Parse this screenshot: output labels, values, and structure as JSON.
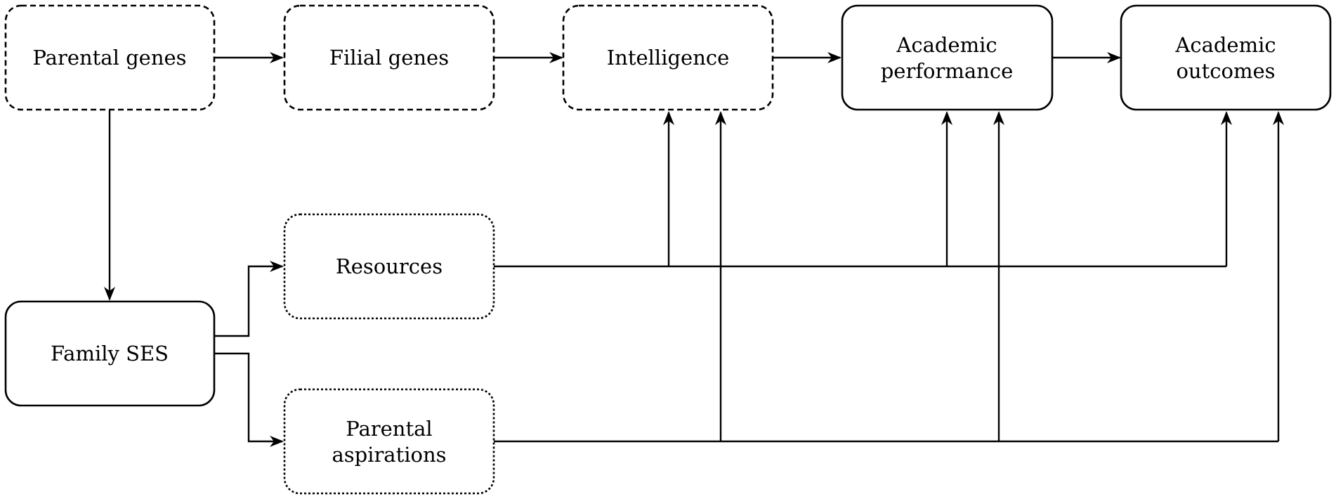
{
  "nodes": {
    "parental_genes": {
      "label": "Parental genes"
    },
    "filial_genes": {
      "label": "Filial genes"
    },
    "intelligence": {
      "label": "Intelligence"
    },
    "academic_performance": {
      "label_line1": "Academic",
      "label_line2": "performance"
    },
    "academic_outcomes": {
      "label_line1": "Academic",
      "label_line2": "outcomes"
    },
    "family_ses": {
      "label": "Family SES"
    },
    "resources": {
      "label": "Resources"
    },
    "parental_aspirations": {
      "label_line1": "Parental",
      "label_line2": "aspirations"
    }
  },
  "edges": [
    {
      "from": "Parental genes",
      "to": "Filial genes"
    },
    {
      "from": "Filial genes",
      "to": "Intelligence"
    },
    {
      "from": "Intelligence",
      "to": "Academic performance"
    },
    {
      "from": "Academic performance",
      "to": "Academic outcomes"
    },
    {
      "from": "Parental genes",
      "to": "Family SES"
    },
    {
      "from": "Family SES",
      "to": "Resources"
    },
    {
      "from": "Family SES",
      "to": "Parental aspirations"
    },
    {
      "from": "Resources",
      "to": "Intelligence"
    },
    {
      "from": "Resources",
      "to": "Academic performance"
    },
    {
      "from": "Resources",
      "to": "Academic outcomes"
    },
    {
      "from": "Parental aspirations",
      "to": "Intelligence"
    },
    {
      "from": "Parental aspirations",
      "to": "Academic performance"
    },
    {
      "from": "Parental aspirations",
      "to": "Academic outcomes"
    }
  ],
  "border_styles": {
    "genetic": "dashed",
    "environmental": "dotted",
    "outcome": "solid"
  }
}
